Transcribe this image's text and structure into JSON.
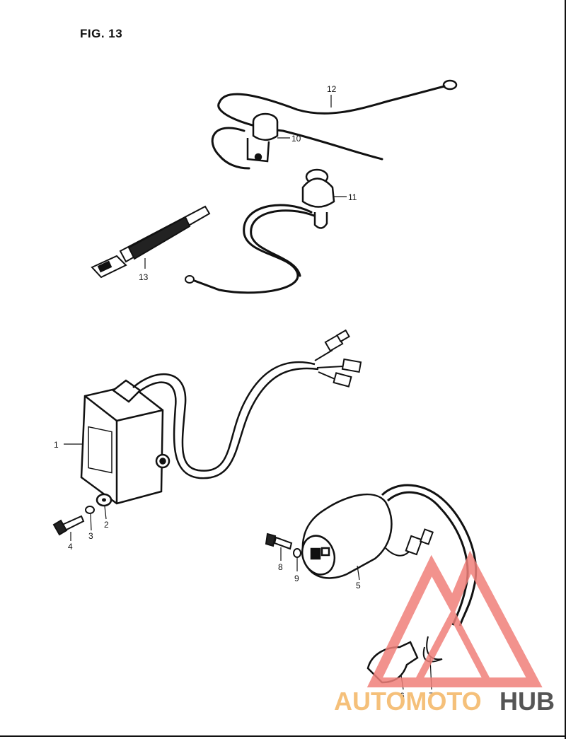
{
  "figure": {
    "title": "FIG. 13"
  },
  "callouts": {
    "c1": "1",
    "c2": "2",
    "c3": "3",
    "c4": "4",
    "c5": "5",
    "c6": "6",
    "c7": "7",
    "c8": "8",
    "c9": "9",
    "c10": "10",
    "c11": "11",
    "c12": "12",
    "c13": "13"
  },
  "watermark": {
    "part1": "AUTOMOTO",
    "part2": "HUB",
    "color_primary": "#f0807a",
    "color_accent": "#f5c07a",
    "color_dark": "#555555"
  }
}
